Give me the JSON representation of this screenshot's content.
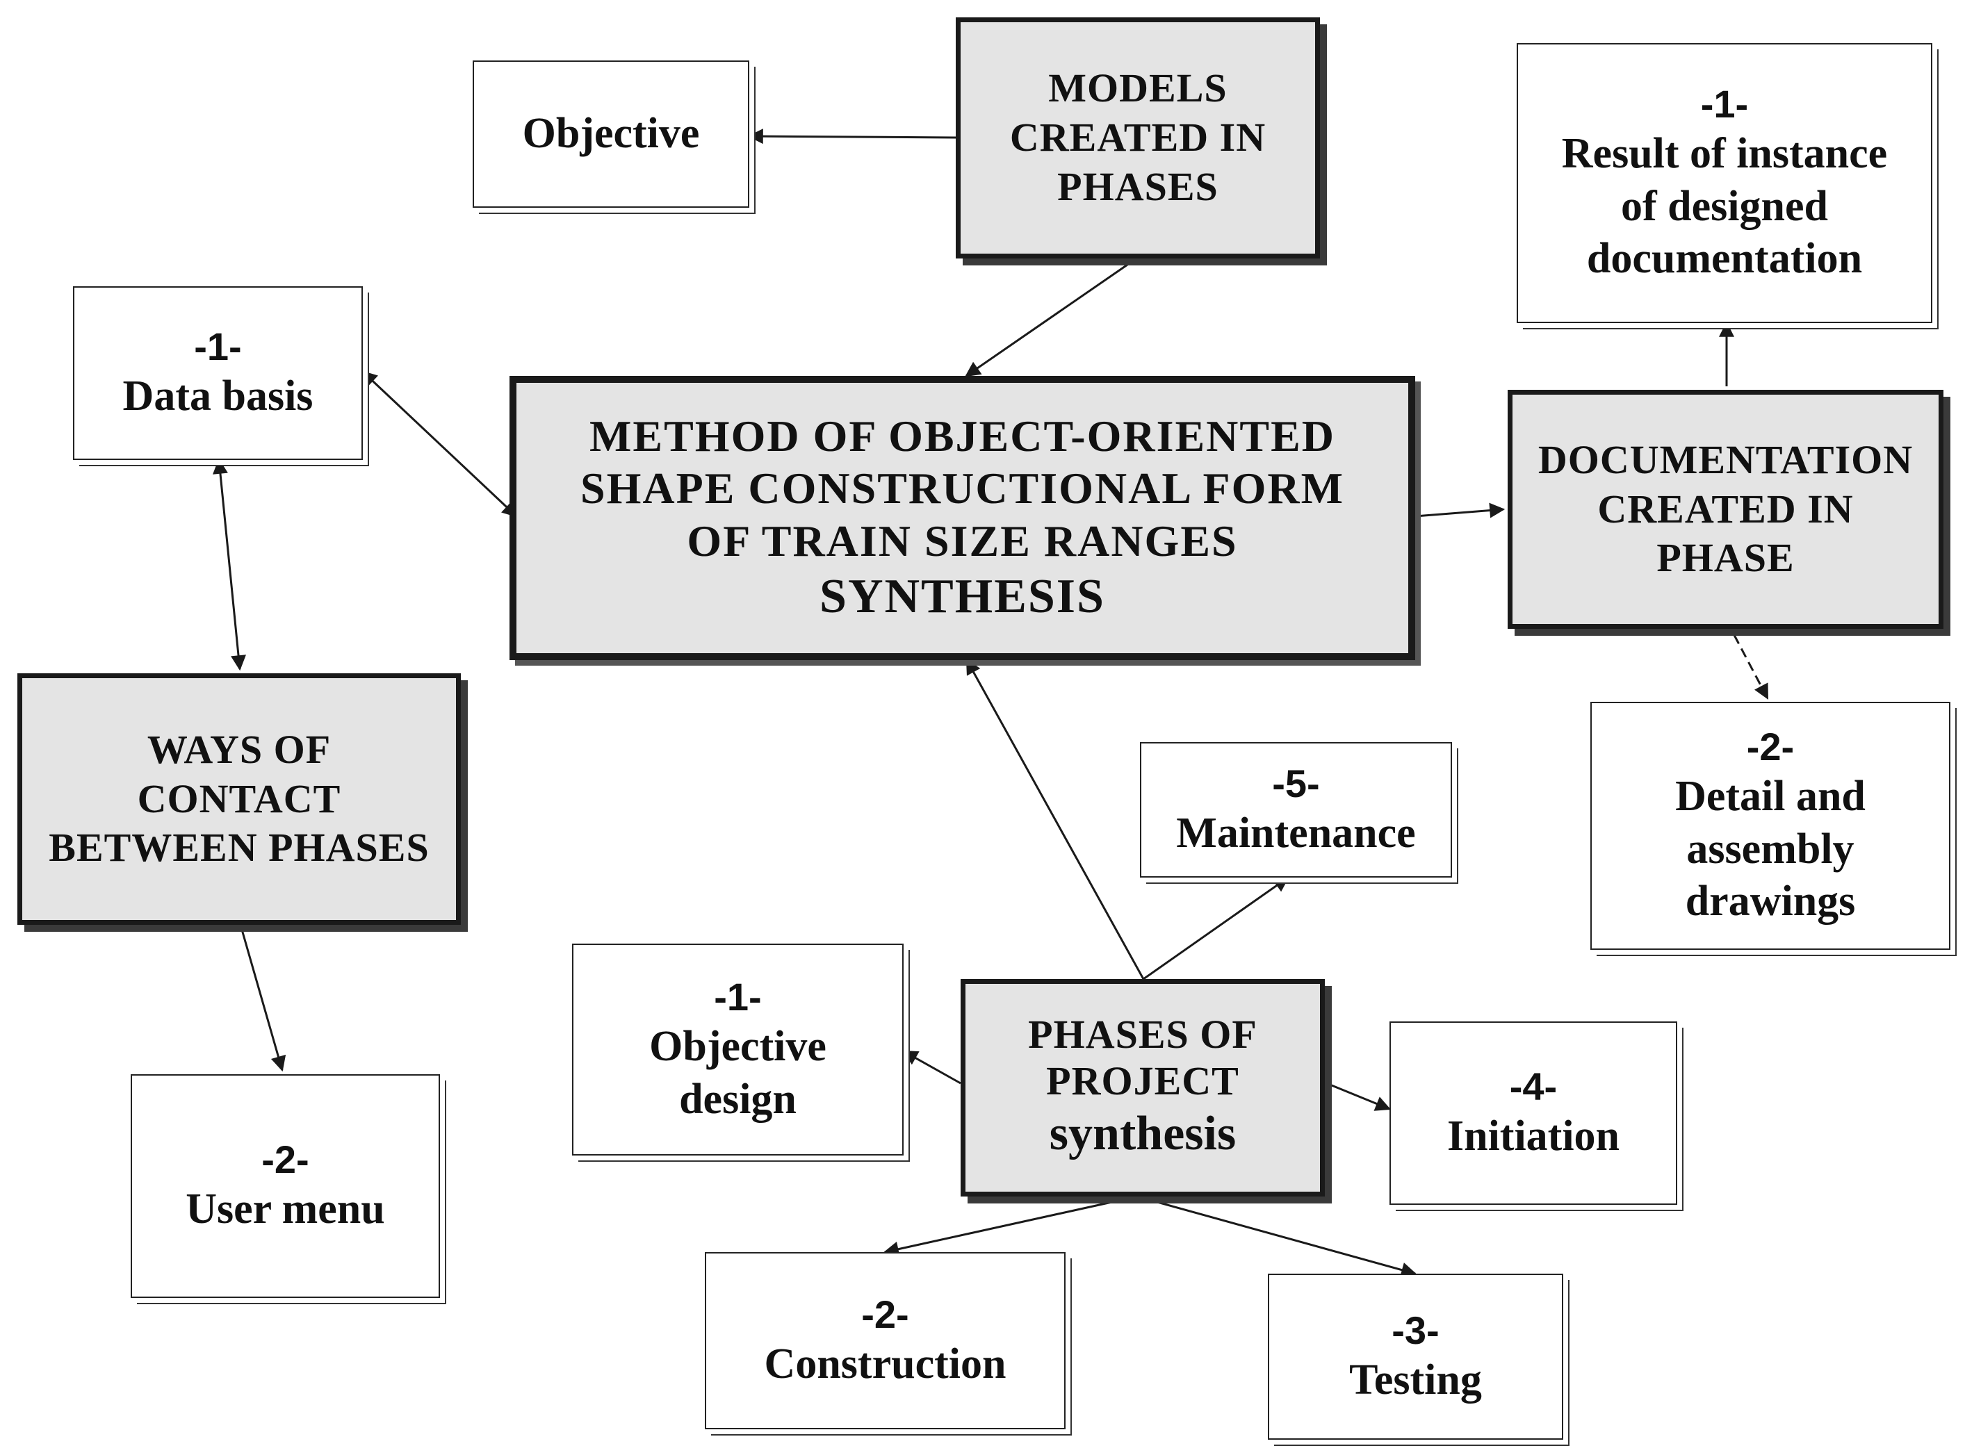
{
  "nodes": {
    "main": {
      "label": "METHOD OF OBJECT-ORIENTED\nSHAPE CONSTRUCTIONAL FORM\nOF  TRAIN SIZE RANGES",
      "label2": "SYNTHESIS"
    },
    "models": {
      "label": "MODELS\nCREATED IN\nPHASES"
    },
    "objective": {
      "label": "Objective"
    },
    "data_basis": {
      "number": "-1-",
      "label": "Data basis"
    },
    "ways": {
      "label": "WAYS OF\nCONTACT\nBETWEEN PHASES"
    },
    "user_menu": {
      "number": "-2-",
      "label": "User menu"
    },
    "documentation": {
      "label": "DOCUMENTATION\nCREATED IN\nPHASE"
    },
    "result": {
      "number": "-1-",
      "label": "Result of instance\nof designed\ndocumentation"
    },
    "drawings": {
      "number": "-2-",
      "label": "Detail and\nassembly\ndrawings"
    },
    "phases": {
      "label": "PHASES OF\nPROJECT",
      "label2": "synthesis"
    },
    "obj_design": {
      "number": "-1-",
      "label": "Objective\ndesign"
    },
    "construction": {
      "number": "-2-",
      "label": "Construction"
    },
    "testing": {
      "number": "-3-",
      "label": "Testing"
    },
    "initiation": {
      "number": "-4-",
      "label": "Initiation"
    },
    "maintenance": {
      "number": "-5-",
      "label": "Maintenance"
    }
  },
  "colors": {
    "hub_fill": "#e4e4e4",
    "box_fill": "#ffffff",
    "line": "#1a1a1a"
  }
}
